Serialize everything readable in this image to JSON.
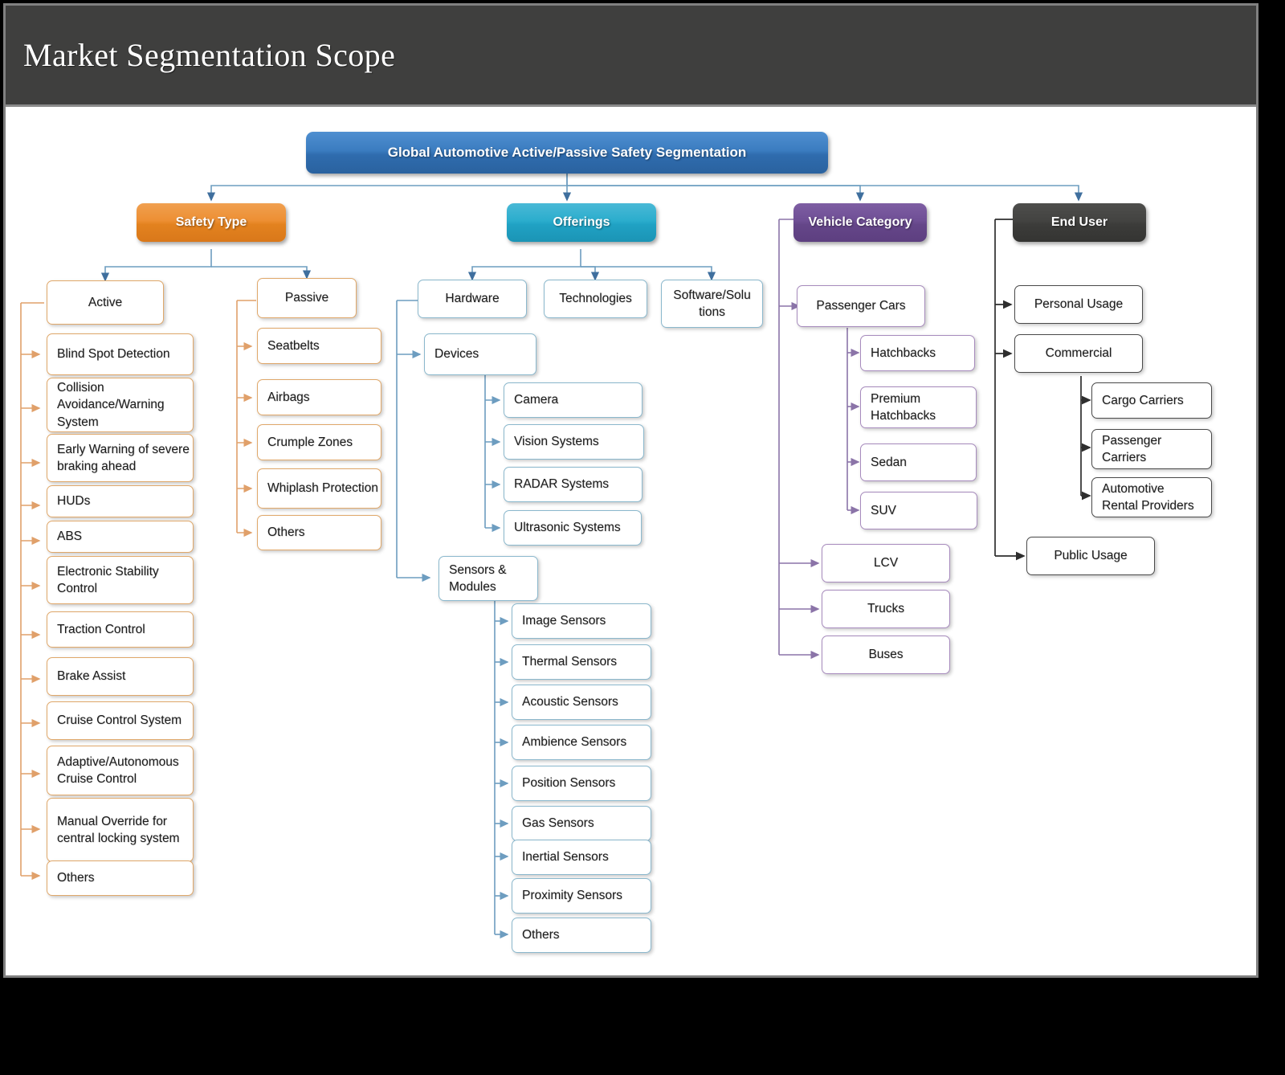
{
  "page": {
    "title": "Market Segmentation Scope"
  },
  "colors": {
    "titlebar_bg": "#3f3f3e",
    "frame_border": "#808080",
    "root": "#2f6cae",
    "safety_type": "#e3821f",
    "offerings": "#20a2c4",
    "vehicle_category": "#654689",
    "end_user": "#3c3c3a",
    "connector_blue": "#5b8fb9",
    "connector_orange": "#e0a86a",
    "connector_purple": "#8b74a8",
    "connector_gray": "#333333"
  },
  "diagram": {
    "type": "tree",
    "root": "Global Automotive Active/Passive Safety Segmentation",
    "branches": [
      {
        "id": "safety-type",
        "label": "Safety Type",
        "children": [
          {
            "label": "Active",
            "children": [
              "Blind Spot Detection",
              "Collision Avoidance/Warning System",
              "Early Warning of severe braking ahead",
              "HUDs",
              "ABS",
              "Electronic Stability Control",
              "Traction Control",
              "Brake Assist",
              "Cruise Control System",
              "Adaptive/Autonomous Cruise Control",
              "Manual Override for central locking system",
              "Others"
            ]
          },
          {
            "label": "Passive",
            "children": [
              "Seatbelts",
              "Airbags",
              "Crumple Zones",
              "Whiplash Protection",
              "Others"
            ]
          }
        ]
      },
      {
        "id": "offerings",
        "label": "Offerings",
        "children": [
          {
            "label": "Hardware",
            "children": [
              {
                "label": "Devices",
                "children": [
                  "Camera",
                  "Vision Systems",
                  "RADAR Systems",
                  "Ultrasonic Systems"
                ]
              },
              {
                "label": "Sensors & Modules",
                "children": [
                  "Image Sensors",
                  "Thermal Sensors",
                  "Acoustic Sensors",
                  "Ambience Sensors",
                  "Position Sensors",
                  "Gas Sensors",
                  "Inertial Sensors",
                  "Proximity Sensors",
                  "Others"
                ]
              }
            ]
          },
          {
            "label": "Technologies",
            "children": []
          },
          {
            "label": "Software/Solutions",
            "label_line1": "Software/Solu",
            "label_line2": "tions",
            "children": []
          }
        ]
      },
      {
        "id": "vehicle-category",
        "label": "Vehicle Category",
        "children": [
          {
            "label": "Passenger Cars",
            "children": [
              "Hatchbacks",
              "Premium Hatchbacks",
              "Sedan",
              "SUV"
            ]
          },
          {
            "label": "LCV",
            "children": []
          },
          {
            "label": "Trucks",
            "children": []
          },
          {
            "label": "Buses",
            "children": []
          }
        ]
      },
      {
        "id": "end-user",
        "label": "End User",
        "children": [
          {
            "label": "Personal Usage",
            "children": []
          },
          {
            "label": "Commercial",
            "children": [
              "Cargo Carriers",
              "Passenger Carriers",
              "Automotive Rental Providers"
            ]
          },
          {
            "label": "Public Usage",
            "children": []
          }
        ]
      }
    ]
  },
  "nodes": {
    "root": "Global Automotive Active/Passive Safety Segmentation",
    "safety_type": "Safety Type",
    "offerings": "Offerings",
    "vehicle_category": "Vehicle Category",
    "end_user": "End User",
    "active": "Active",
    "a1": "Blind Spot Detection",
    "a2": "Collision Avoidance/Warning System",
    "a3": "Early Warning of severe braking ahead",
    "a4": "HUDs",
    "a5": "ABS",
    "a6": "Electronic Stability Control",
    "a7": "Traction Control",
    "a8": "Brake Assist",
    "a9": "Cruise Control System",
    "a10": "Adaptive/Autonomous Cruise Control",
    "a11": "Manual Override for central locking system",
    "a12": "Others",
    "passive": "Passive",
    "p1": "Seatbelts",
    "p2": "Airbags",
    "p3": "Crumple Zones",
    "p4": "Whiplash Protection",
    "p5": "Others",
    "hardware": "Hardware",
    "technologies": "Technologies",
    "software_l1": "Software/Solu",
    "software_l2": "tions",
    "devices": "Devices",
    "d1": "Camera",
    "d2": "Vision Systems",
    "d3": "RADAR Systems",
    "d4": "Ultrasonic Systems",
    "sensors_l1": "Sensors &",
    "sensors_l2": "Modules",
    "s1": "Image Sensors",
    "s2": "Thermal Sensors",
    "s3": "Acoustic Sensors",
    "s4": "Ambience Sensors",
    "s5": "Position Sensors",
    "s6": "Gas Sensors",
    "s7": "Inertial Sensors",
    "s8": "Proximity Sensors",
    "s9": "Others",
    "passenger_cars": "Passenger Cars",
    "v1": "Hatchbacks",
    "v2_l1": "Premium",
    "v2_l2": "Hatchbacks",
    "v3": "Sedan",
    "v4": "SUV",
    "lcv": "LCV",
    "trucks": "Trucks",
    "buses": "Buses",
    "personal_usage": "Personal Usage",
    "commercial": "Commercial",
    "e1": "Cargo Carriers",
    "e2_l1": "Passenger",
    "e2_l2": "Carriers",
    "e3_l1": "Automotive",
    "e3_l2": "Rental Providers",
    "public_usage": "Public Usage"
  }
}
